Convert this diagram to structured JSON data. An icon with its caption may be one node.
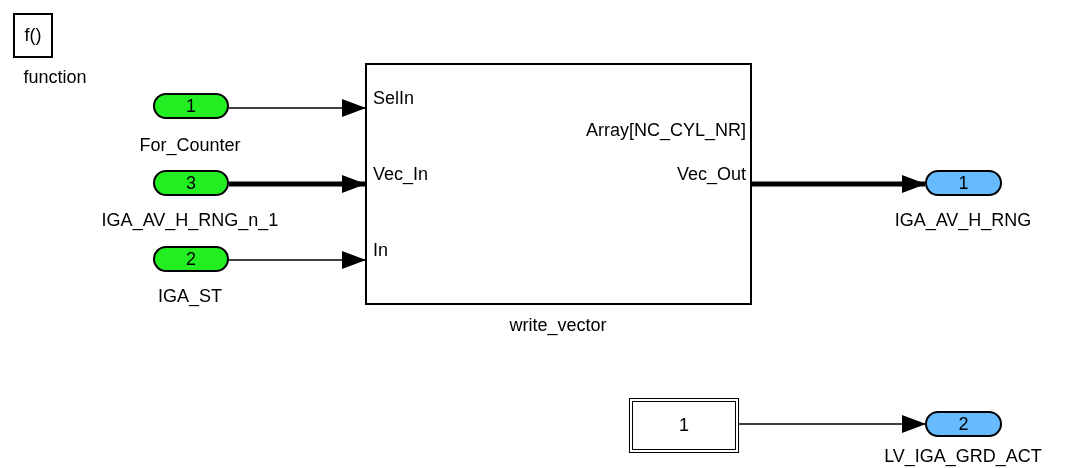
{
  "diagram": {
    "nodes": [
      {
        "text": [
          "f()"
        ],
        "beside": [
          "function"
        ]
      },
      {
        "text": [
          "1"
        ],
        "beside": [
          "For_Counter"
        ]
      },
      {
        "text": [
          "3"
        ],
        "beside": [
          "IGA_AV_H_RNG_n_1"
        ]
      },
      {
        "text": [
          "2"
        ],
        "beside": [
          "IGA_ST"
        ]
      },
      {
        "text": [
          "SelIn",
          "Vec_In",
          "In",
          "Array[NC_CYL_NR]",
          "Vec_Out"
        ],
        "beside": [
          "write_vector"
        ]
      },
      {
        "text": [
          "1"
        ],
        "beside": [
          "IGA_AV_H_RNG"
        ]
      },
      {
        "text": [
          "1"
        ]
      },
      {
        "text": [
          "2"
        ],
        "beside": [
          "LV_IGA_GRD_ACT"
        ]
      }
    ],
    "edges": [
      {
        "from": 1,
        "to": 4,
        "arrow": "to"
      },
      {
        "from": 2,
        "to": 4,
        "arrow": "to",
        "style": "thick"
      },
      {
        "from": 3,
        "to": 4,
        "arrow": "to"
      },
      {
        "from": 4,
        "to": 5,
        "arrow": "to",
        "style": "thick"
      },
      {
        "from": 6,
        "to": 7,
        "arrow": "to"
      }
    ]
  }
}
